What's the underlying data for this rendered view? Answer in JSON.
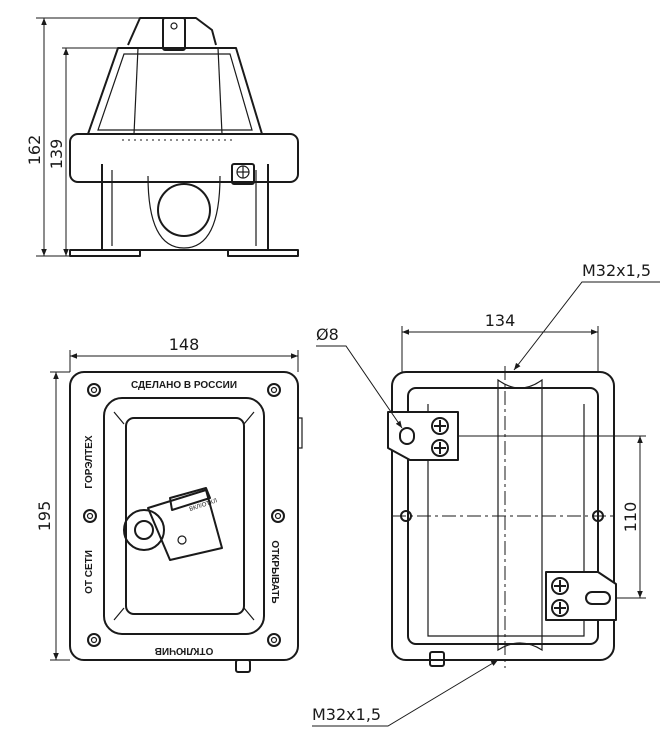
{
  "dimensions": {
    "height_total": "162",
    "height_body": "139",
    "width_front": "148",
    "height_front": "195",
    "width_back": "134",
    "hole_spacing": "110",
    "hole_diameter": "Ø8",
    "thread_top": "M32x1,5",
    "thread_bottom": "M32x1,5"
  },
  "labels": {
    "made_in": "СДЕЛАНО В РОССИИ",
    "brand": "ГОРЭЛТЕХ",
    "from_network": "ОТ СЕТИ",
    "open": "ОТКРЫВАТЬ",
    "disconnect": "ОТКЛЮЧИВ",
    "on_off": "ВКЛ/ОТКЛ"
  }
}
